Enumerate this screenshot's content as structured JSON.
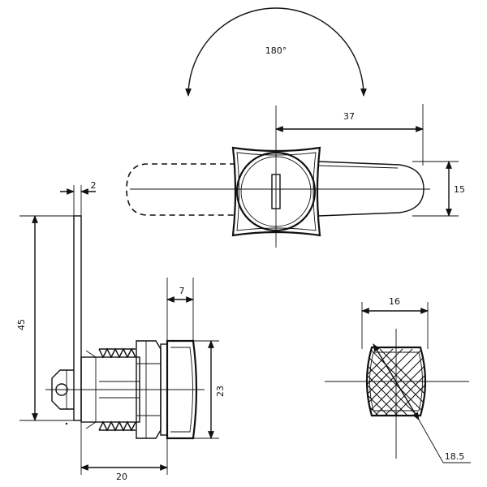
{
  "labels": {
    "rotation": "180°",
    "cam_length": "37",
    "cam_width": "15",
    "plate_thickness": "2",
    "body_height": "45",
    "head_depth": "7",
    "head_height": "23",
    "body_length": "20",
    "section_width": "16",
    "section_diameter": "18.5"
  }
}
